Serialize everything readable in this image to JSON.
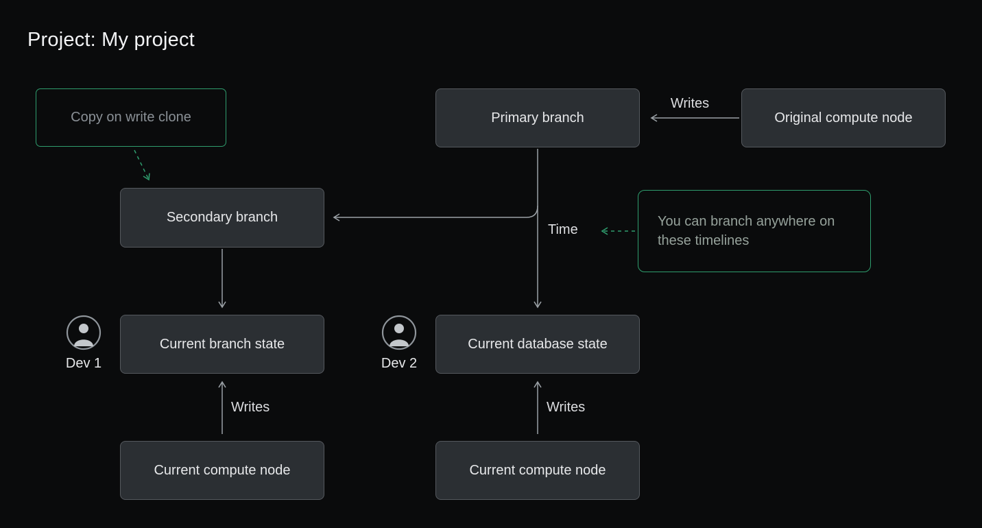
{
  "title": "Project: My project",
  "diagram": {
    "boxes": {
      "copy_on_write_clone": "Copy on write clone",
      "primary_branch": "Primary branch",
      "original_compute_node": "Original compute node",
      "secondary_branch": "Secondary branch",
      "current_branch_state": "Current branch state",
      "current_database_state": "Current database state",
      "dev1_compute_node": "Current compute node",
      "dev2_compute_node": "Current compute node"
    },
    "note": "You can branch anywhere on these timelines",
    "edge_labels": {
      "writes_original": "Writes",
      "time": "Time",
      "writes_dev1": "Writes",
      "writes_dev2": "Writes"
    },
    "actors": {
      "dev1": "Dev 1",
      "dev2": "Dev 2"
    },
    "icons": {
      "dev1": "person-icon",
      "dev2": "person-icon"
    }
  },
  "colors": {
    "background": "#0a0b0c",
    "box_bg": "#2b2f33",
    "box_border": "#55595e",
    "box_text": "#e7e8ea",
    "green_accent": "#2f9e6e",
    "muted_text": "#8a9096",
    "note_text": "#96a29b",
    "arrow": "#9ba1a6",
    "label_text": "#dcdde0",
    "title_text": "#f2f3f5"
  }
}
